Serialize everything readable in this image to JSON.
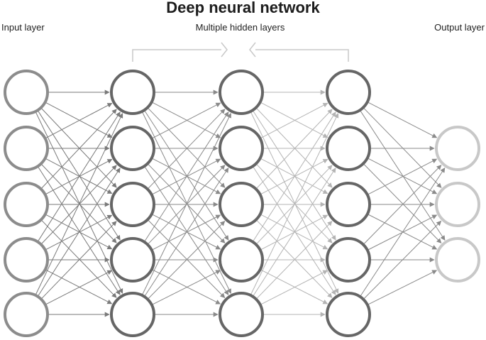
{
  "title": "Deep neural network",
  "labels": {
    "input": "Input layer",
    "hidden": "Multiple hidden layers",
    "output": "Output layer"
  },
  "network": {
    "layers": [
      {
        "name": "input",
        "nodes": 5,
        "color": "#8c8c8c"
      },
      {
        "name": "hidden-1",
        "nodes": 5,
        "color": "#666666"
      },
      {
        "name": "hidden-2",
        "nodes": 5,
        "color": "#666666"
      },
      {
        "name": "hidden-3",
        "nodes": 5,
        "color": "#666666"
      },
      {
        "name": "output",
        "nodes": 3,
        "color": "#c8c8c8"
      }
    ],
    "connectivity": "fully-connected",
    "edge_colors": [
      "#7a7a7a",
      "#8a8a8a",
      "#b4b4b4",
      "#8a8a8a"
    ]
  },
  "colors": {
    "text": "#1c1c1c",
    "bracket": "#c8c8c8"
  }
}
